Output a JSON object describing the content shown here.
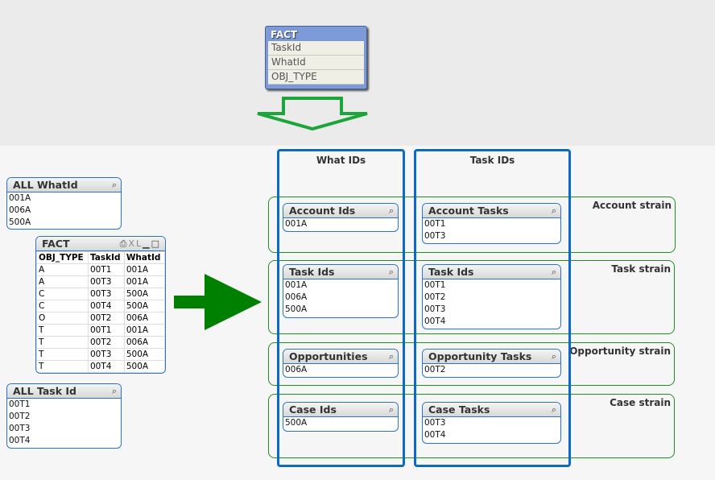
{
  "model_table": {
    "title": "FACT",
    "fields": [
      "TaskId",
      "WhatId",
      "OBJ_TYPE"
    ]
  },
  "colors": {
    "accent_blue": "#0a6bc1",
    "arrow_green": "#1ba53a",
    "big_arrow": "#008000",
    "strain_border": "#1e8f1e"
  },
  "left": {
    "all_whatid": {
      "title": "ALL WhatId",
      "items": [
        "001A",
        "006A",
        "500A"
      ]
    },
    "fact": {
      "title": "FACT",
      "icons": [
        "print-icon",
        "xl-icon",
        "minimize-icon",
        "maximize-icon"
      ],
      "xl_label": "XL",
      "columns": [
        "OBJ_TYPE",
        "TaskId",
        "WhatId"
      ],
      "rows": [
        [
          "A",
          "00T1",
          "001A"
        ],
        [
          "A",
          "00T3",
          "001A"
        ],
        [
          "C",
          "00T3",
          "500A"
        ],
        [
          "C",
          "00T4",
          "500A"
        ],
        [
          "O",
          "00T2",
          "006A"
        ],
        [
          "T",
          "00T1",
          "001A"
        ],
        [
          "T",
          "00T2",
          "006A"
        ],
        [
          "T",
          "00T3",
          "500A"
        ],
        [
          "T",
          "00T4",
          "500A"
        ]
      ]
    },
    "all_taskid": {
      "title": "ALL Task Id",
      "items": [
        "00T1",
        "00T2",
        "00T3",
        "00T4"
      ]
    }
  },
  "columns": [
    "What IDs",
    "Task IDs"
  ],
  "strains": [
    "Account strain",
    "Task strain",
    "Opportunity strain",
    "Case strain"
  ],
  "listboxes": [
    {
      "title": "Account Ids",
      "items": [
        "001A"
      ]
    },
    {
      "title": "Account Tasks",
      "items": [
        "00T1",
        "00T3"
      ]
    },
    {
      "title": "Task Ids",
      "items": [
        "001A",
        "006A",
        "500A"
      ]
    },
    {
      "title": "Task Ids",
      "items": [
        "00T1",
        "00T2",
        "00T3",
        "00T4"
      ]
    },
    {
      "title": "Opportunities",
      "items": [
        "006A"
      ]
    },
    {
      "title": "Opportunity Tasks",
      "items": [
        "00T2"
      ]
    },
    {
      "title": "Case Ids",
      "items": [
        "500A"
      ]
    },
    {
      "title": "Case Tasks",
      "items": [
        "00T3",
        "00T4"
      ]
    }
  ]
}
